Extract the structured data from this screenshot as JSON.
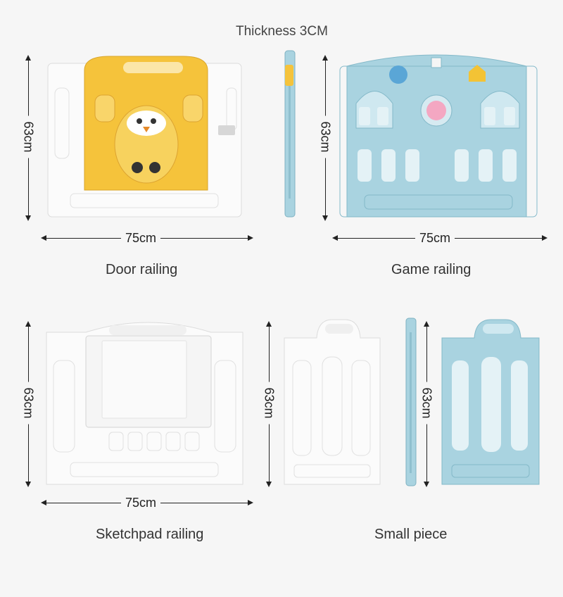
{
  "thickness_label": "Thickness 3CM",
  "panels": [
    {
      "caption": "Door railing",
      "width_label": "75cm",
      "height_label": "63cm",
      "color": "#f2c13a"
    },
    {
      "caption": "Game railing",
      "width_label": "75cm",
      "height_label": "63cm",
      "color": "#a9d3e0"
    },
    {
      "caption": "Sketchpad railing",
      "width_label": "75cm",
      "height_label": "63cm",
      "color": "#f7f7f7"
    },
    {
      "caption": "Small piece",
      "height_label_left": "63cm",
      "height_label_right": "63cm",
      "color": "#a9d3e0"
    }
  ],
  "side_view": {
    "height_label": "63cm"
  }
}
